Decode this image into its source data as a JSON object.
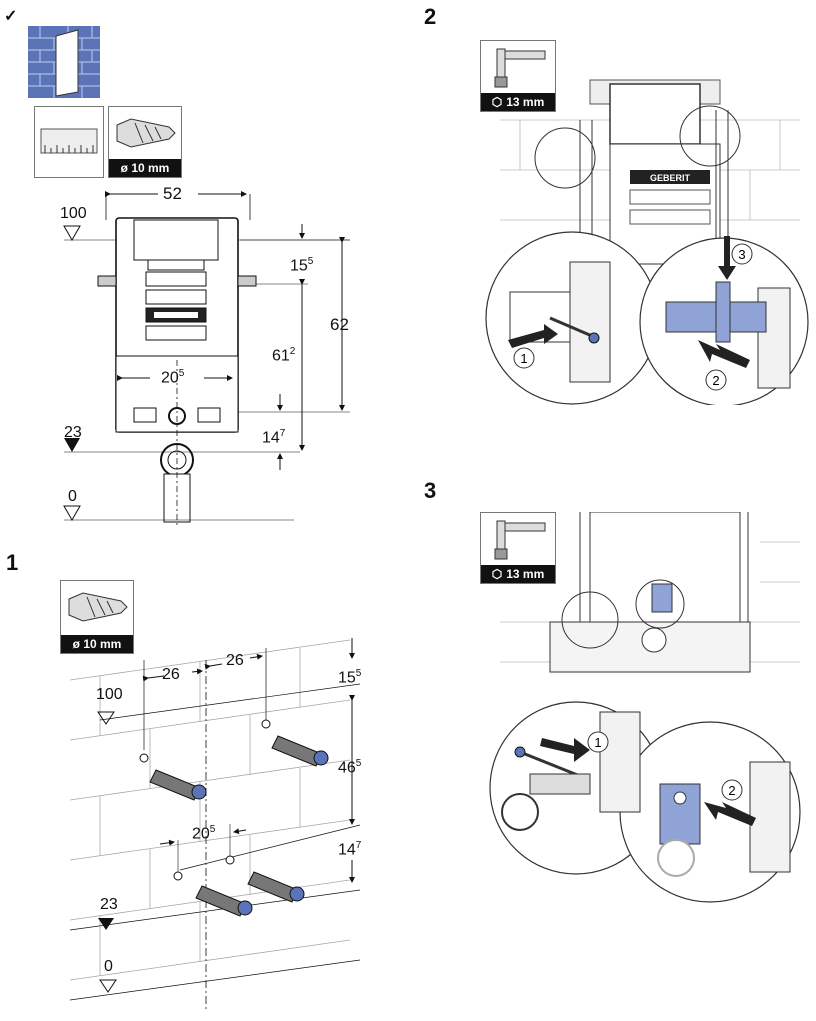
{
  "prep": {
    "checkmark": "✓",
    "drill_badge": "ø 10 mm",
    "dims": {
      "width": "52",
      "top_offset": "15",
      "top_offset_sup": "5",
      "total_height": "62",
      "mid_height": "61",
      "mid_height_sup": "2",
      "bolt_spacing": "20",
      "bolt_spacing_sup": "5",
      "bottom_offset": "14",
      "bottom_offset_sup": "7",
      "level_100": "100",
      "level_23": "23",
      "level_0": "0"
    }
  },
  "step1": {
    "number": "1",
    "drill_badge": "ø 10 mm",
    "dims": {
      "left_spacing": "26",
      "right_spacing": "26",
      "top_offset": "15",
      "top_offset_sup": "5",
      "vertical_spacing": "46",
      "vertical_spacing_sup": "5",
      "bottom_spacing": "20",
      "bottom_spacing_sup": "5",
      "bottom_offset": "14",
      "bottom_offset_sup": "7",
      "level_100": "100",
      "level_23": "23",
      "level_0": "0"
    }
  },
  "step2": {
    "number": "2",
    "wrench_badge": "13 mm",
    "callouts": [
      "1",
      "2",
      "3"
    ],
    "brand": "GEBERIT"
  },
  "step3": {
    "number": "3",
    "wrench_badge": "13 mm",
    "callouts": [
      "1",
      "2"
    ]
  },
  "colors": {
    "wall_blue": "#5b74b8",
    "bracket_blue": "#8fa3d6",
    "line": "#222222",
    "grey": "#9a9a9a"
  }
}
